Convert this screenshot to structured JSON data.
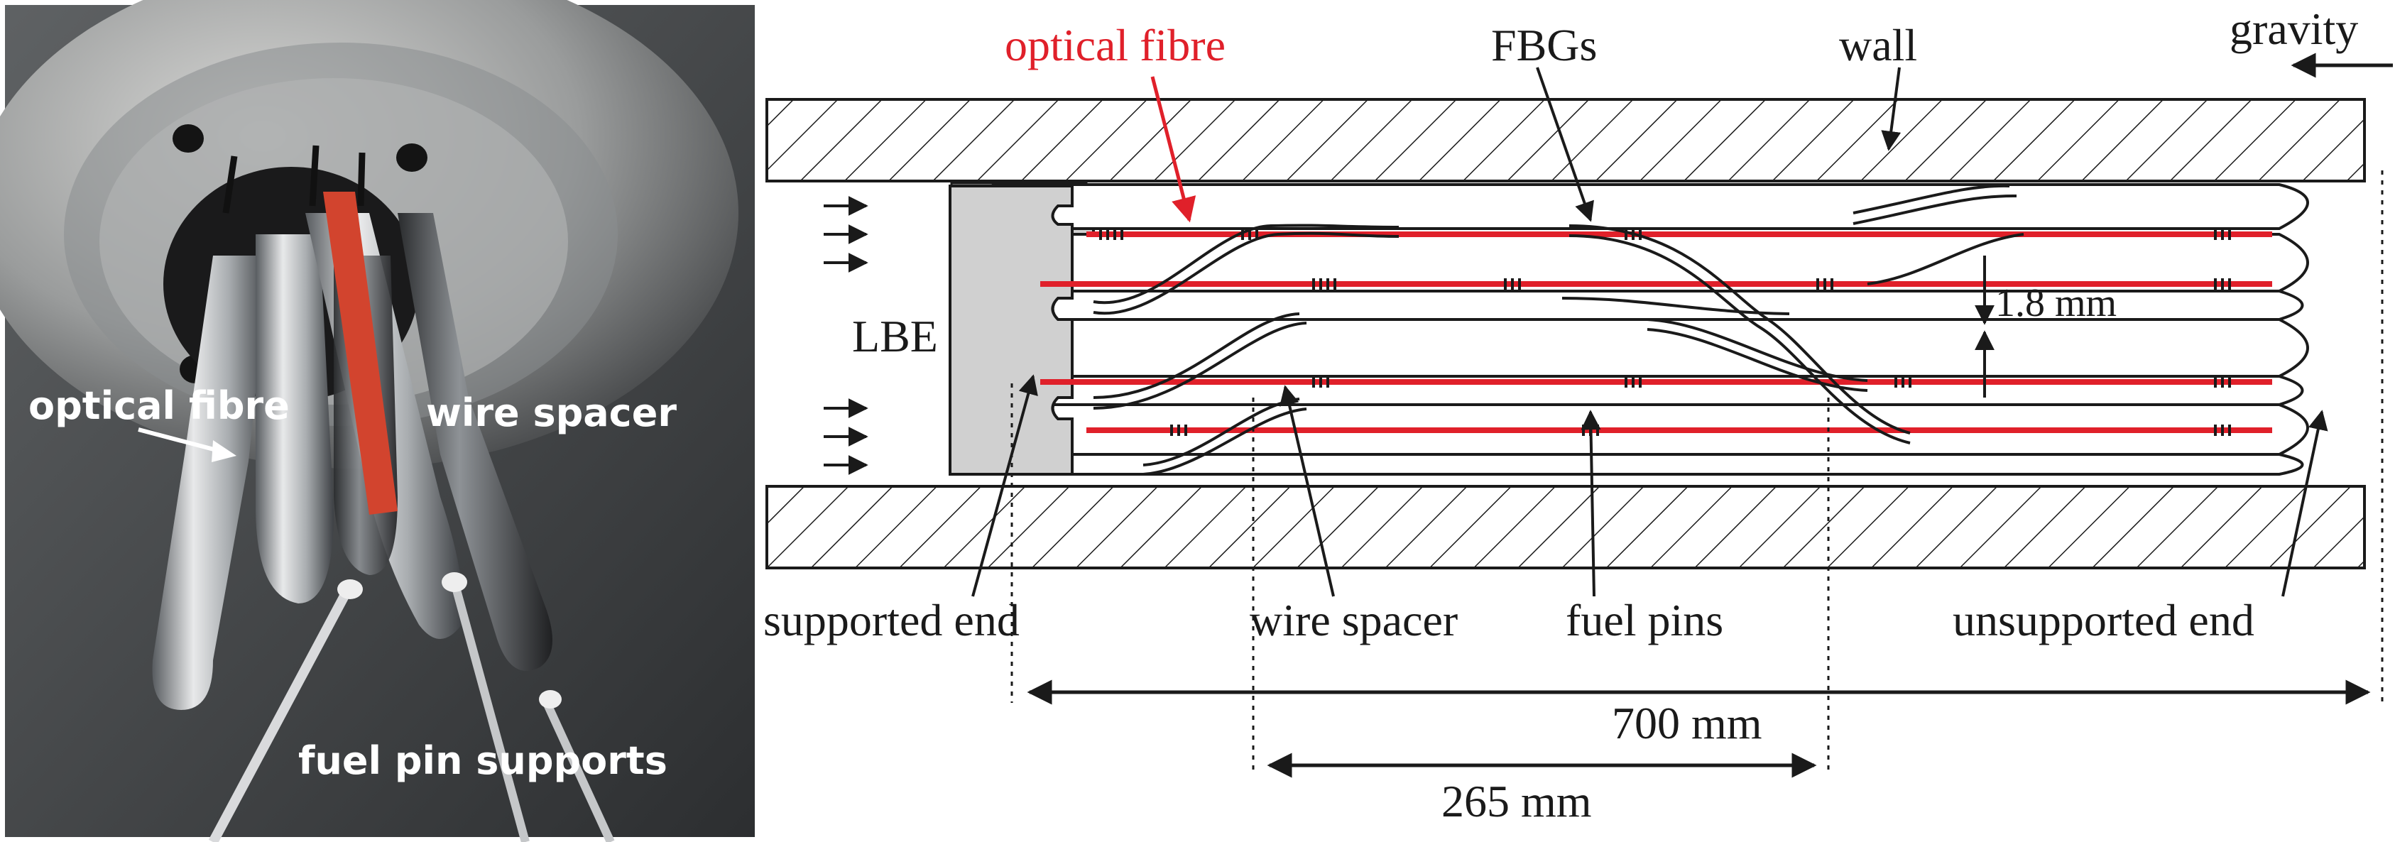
{
  "photo": {
    "labels": {
      "optical_fibre": "optical fibre",
      "wire_spacer": "wire spacer",
      "fuel_pin_supports": "fuel pin supports"
    }
  },
  "diagram": {
    "labels": {
      "optical_fibre": "optical fibre",
      "fbgs": "FBGs",
      "wall": "wall",
      "gravity": "gravity",
      "lbe": "LBE",
      "gap": "1.8 mm",
      "supported_end": "supported end",
      "wire_spacer": "wire spacer",
      "fuel_pins": "fuel pins",
      "unsupported_end": "unsupported end",
      "length_700": "700 mm",
      "length_265": "265 mm"
    },
    "colors": {
      "fibre": "#e0202a",
      "support": "#d0d0d0",
      "line": "#1a1a1a"
    }
  }
}
